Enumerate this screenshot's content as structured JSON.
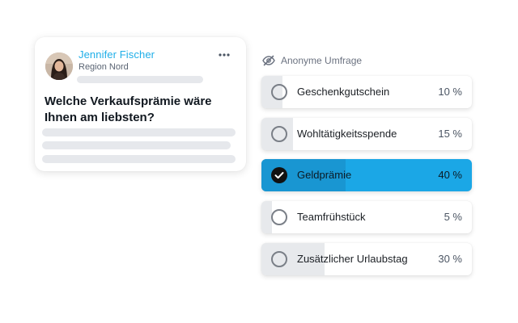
{
  "post": {
    "author_name": "Jennifer Fischer",
    "author_region": "Region Nord",
    "question": "Welche Verkaufsprämie wäre Ihnen am liebsten?",
    "menu_icon": "more-horizontal-icon"
  },
  "poll": {
    "header_label": "Anonyme Umfrage",
    "header_icon": "eye-off-icon",
    "options": [
      {
        "label": "Geschenkgutschein",
        "percent_text": "10 %",
        "percent": 10,
        "selected": false
      },
      {
        "label": "Wohltätigkeitsspende",
        "percent_text": "15 %",
        "percent": 15,
        "selected": false
      },
      {
        "label": "Geldprämie",
        "percent_text": "40 %",
        "percent": 40,
        "selected": true
      },
      {
        "label": "Teamfrühstück",
        "percent_text": "5 %",
        "percent": 5,
        "selected": false
      },
      {
        "label": "Zusätzlicher Urlaubstag",
        "percent_text": "30 %",
        "percent": 30,
        "selected": false
      }
    ]
  },
  "colors": {
    "accent": "#1ba7e6",
    "author_name": "#1eaee8",
    "skeleton": "#e6e8ec"
  }
}
